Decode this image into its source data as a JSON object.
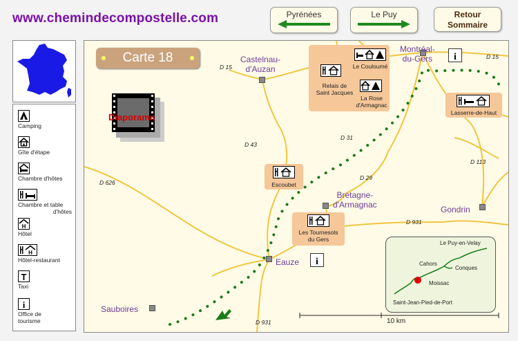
{
  "header": {
    "site_url": "www.chemindecompostelle.com",
    "nav_prev": "Pyrénées",
    "nav_next": "Le Puy",
    "back_line1": "Retour",
    "back_line2": "Sommaire"
  },
  "legend": {
    "camping": "Camping",
    "gite": "Gîte d'étape",
    "chambre": "Chambre d'hôtes",
    "table_line1": "Chambre et table",
    "table_line2": "d'hôtes",
    "hotel": "Hôtel",
    "hotel_rest": "Hôtel-restaurant",
    "taxi": "Taxi",
    "office_line1": "Office de",
    "office_line2": "tourisme"
  },
  "map": {
    "title": "Carte 18",
    "diaporama": "Diaporama",
    "towns": {
      "castelnau_1": "Castelnau-",
      "castelnau_2": "d'Auzan",
      "montreal_1": "Montréal-",
      "montreal_2": "du-Gers",
      "bretagne_1": "Bretagne-",
      "bretagne_2": "d'Armagnac",
      "gondrin": "Gondrin",
      "eauze": "Eauze",
      "sauboires": "Sauboires"
    },
    "places": {
      "relais_1": "Relais de",
      "relais_2": "Saint Jacques",
      "couloume": "Le Couloumé",
      "rose_1": "La Rose",
      "rose_2": "d'Armagnac",
      "lasserre": "Lasserre-de-Haut",
      "escoubet": "Escoubet",
      "tournesols_1": "Les Tournesols",
      "tournesols_2": "du Gers"
    },
    "roads": {
      "d15a": "D 15",
      "d15b": "D 15",
      "d43": "D 43",
      "d31": "D 31",
      "d626": "D 626",
      "d29": "D 29",
      "d113": "D 113",
      "d931a": "D 931",
      "d931b": "D 931"
    },
    "scale": "10 km",
    "inset": {
      "lepuy": "Le Puy-en-Velay",
      "cahors": "Cahors",
      "conques": "Conques",
      "moissac": "Moissac",
      "stjean": "Saint-Jean-Pied-de-Port"
    }
  }
}
